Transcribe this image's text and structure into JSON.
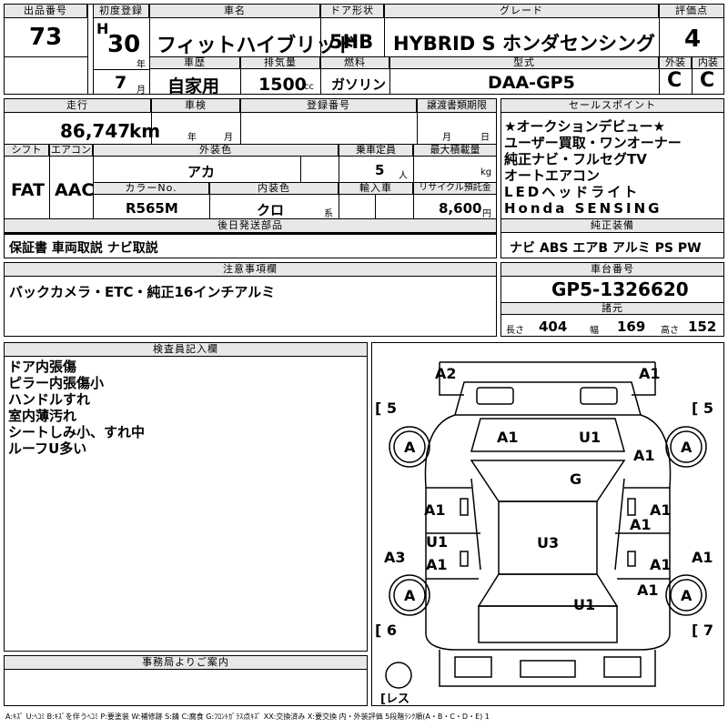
{
  "header": {
    "lot_no_label": "出品番号",
    "lot_no": "73",
    "first_reg_label": "初度登録",
    "era": "H",
    "year": "30",
    "year_unit": "年",
    "month": "7",
    "month_unit": "月",
    "car_name_label": "車名",
    "car_name": "フィットハイブリッド",
    "door_label": "ドア形状",
    "door": "5HB",
    "grade_label": "グレード",
    "grade": "HYBRID S ホンダセンシング",
    "score_label": "評価点",
    "score": "4",
    "history_label": "車歴",
    "history": "自家用",
    "displacement_label": "排気量",
    "displacement": "1500",
    "displacement_unit": "cc",
    "fuel_label": "燃料",
    "fuel": "ガソリン",
    "model_label": "型式",
    "model": "DAA-GP5",
    "ext_label": "外装",
    "ext": "C",
    "int_label": "内装",
    "int": "C"
  },
  "row2": {
    "mileage_label": "走行",
    "mileage": "86,747",
    "mileage_unit": "km",
    "inspection_label": "車検",
    "insp_year": "年",
    "insp_month": "月",
    "reg_no_label": "登録番号",
    "transfer_label": "譲渡書類期限",
    "transfer_month": "月",
    "transfer_day": "日",
    "shift_label": "シフト",
    "shift": "FAT",
    "ac_label": "エアコン",
    "ac": "AAC",
    "exterior_color_label": "外装色",
    "exterior_color": "アカ",
    "capacity_label": "乗車定員",
    "capacity": "5",
    "capacity_unit": "人",
    "max_load_label": "最大積載量",
    "max_load_unit": "kg",
    "color_no_label": "カラーNo.",
    "color_no": "R565M",
    "interior_color_label": "内装色",
    "interior_color": "クロ",
    "interior_color_unit": "系",
    "import_label": "輸入車",
    "recycle_label": "リサイクル預託金",
    "recycle": "8,600",
    "recycle_unit": "円"
  },
  "later_parts": {
    "label": "後日発送部品",
    "value": "保証書 車両取説 ナビ取説"
  },
  "sales_points": {
    "label": "セールスポイント",
    "lines": [
      "★オークションデビュー★",
      "ユーザー買取・ワンオーナー",
      "純正ナビ・フルセグTV",
      "オートエアコン",
      "LEDヘッドライト",
      "Honda SENSING"
    ]
  },
  "equipment": {
    "label": "純正装備",
    "value": "ナビ ABS エアB アルミ PS PW"
  },
  "notes": {
    "label": "注意事項欄",
    "value": "バックカメラ・ETC・純正16インチアルミ"
  },
  "chassis": {
    "label": "車台番号",
    "value": "GP5-1326620"
  },
  "dims": {
    "label": "諸元",
    "length_label": "長さ",
    "length": "404",
    "width_label": "幅",
    "width": "169",
    "height_label": "高さ",
    "height": "152"
  },
  "inspector": {
    "label": "検査員記入欄",
    "lines": [
      "ドア内張傷",
      "ピラー内張傷小",
      "ハンドルすれ",
      "室内薄汚れ",
      "シートしみ小、すれ中",
      "ルーフU多い"
    ]
  },
  "office": {
    "label": "事務局よりご案内"
  },
  "diagram": {
    "bracket_left_top": "[ 5",
    "bracket_right_top": "[ 5",
    "bracket_left_bottom": "[ 6",
    "bracket_right_bottom": "[ 7",
    "bracket_spare": "[レス",
    "marks": {
      "front_left": "A2",
      "front_right": "A1",
      "tire_fl": "A",
      "tire_fr": "A",
      "tire_rl": "A",
      "tire_rr": "A",
      "hood_left": "A1",
      "hood_right": "U1",
      "right_fender": "A1",
      "windshield": "G",
      "left_front_door": "A1",
      "left_rear_door_u": "U1",
      "left_rear_door_a": "A1",
      "left_quarter": "A3",
      "right_front_door": "A1",
      "right_mid": "A1",
      "right_rear_door": "A1",
      "right_quarter": "A1",
      "right_rear_fender": "A1",
      "roof": "U3",
      "trunk": "U1"
    }
  },
  "legend": "A:ｷｽﾞ U:ﾍｺﾐ B:ｷｽﾞを伴うﾍｺﾐ P:要塗装 W:補修跡 S:錆 C:腐食 G:ﾌﾛﾝﾄｶﾞﾗｽ点ｷｽﾞ XX:交換済み X:要交換 内・外装評価 5段階ﾗﾝｸ順(A・B・C・D・E) 1"
}
